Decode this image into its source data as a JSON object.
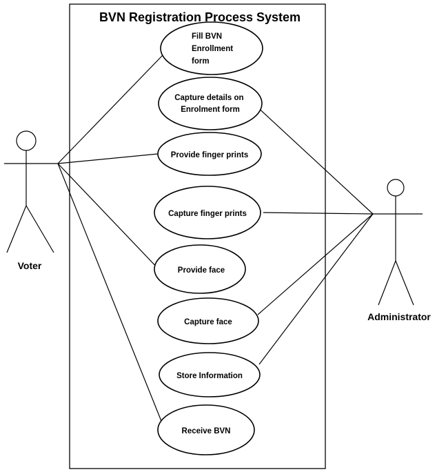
{
  "system": {
    "title": "BVN  Registration Process System"
  },
  "actors": {
    "voter": "Voter",
    "administrator": "Administrator"
  },
  "use_cases": [
    {
      "id": "fill-bvn-enrollment-form",
      "lines": [
        "Fill BVN",
        "Enrollment",
        "form"
      ]
    },
    {
      "id": "capture-details-on-enrolment-form",
      "lines": [
        "Capture details on",
        "Enrolment form"
      ]
    },
    {
      "id": "provide-finger-prints",
      "lines": [
        "Provide finger prints"
      ]
    },
    {
      "id": "capture-finger-prints",
      "lines": [
        "Capture finger prints"
      ]
    },
    {
      "id": "provide-face",
      "lines": [
        "Provide face"
      ]
    },
    {
      "id": "capture-face",
      "lines": [
        "Capture face"
      ]
    },
    {
      "id": "store-information",
      "lines": [
        "Store Information"
      ]
    },
    {
      "id": "receive-bvn",
      "lines": [
        "Receive BVN"
      ]
    }
  ]
}
